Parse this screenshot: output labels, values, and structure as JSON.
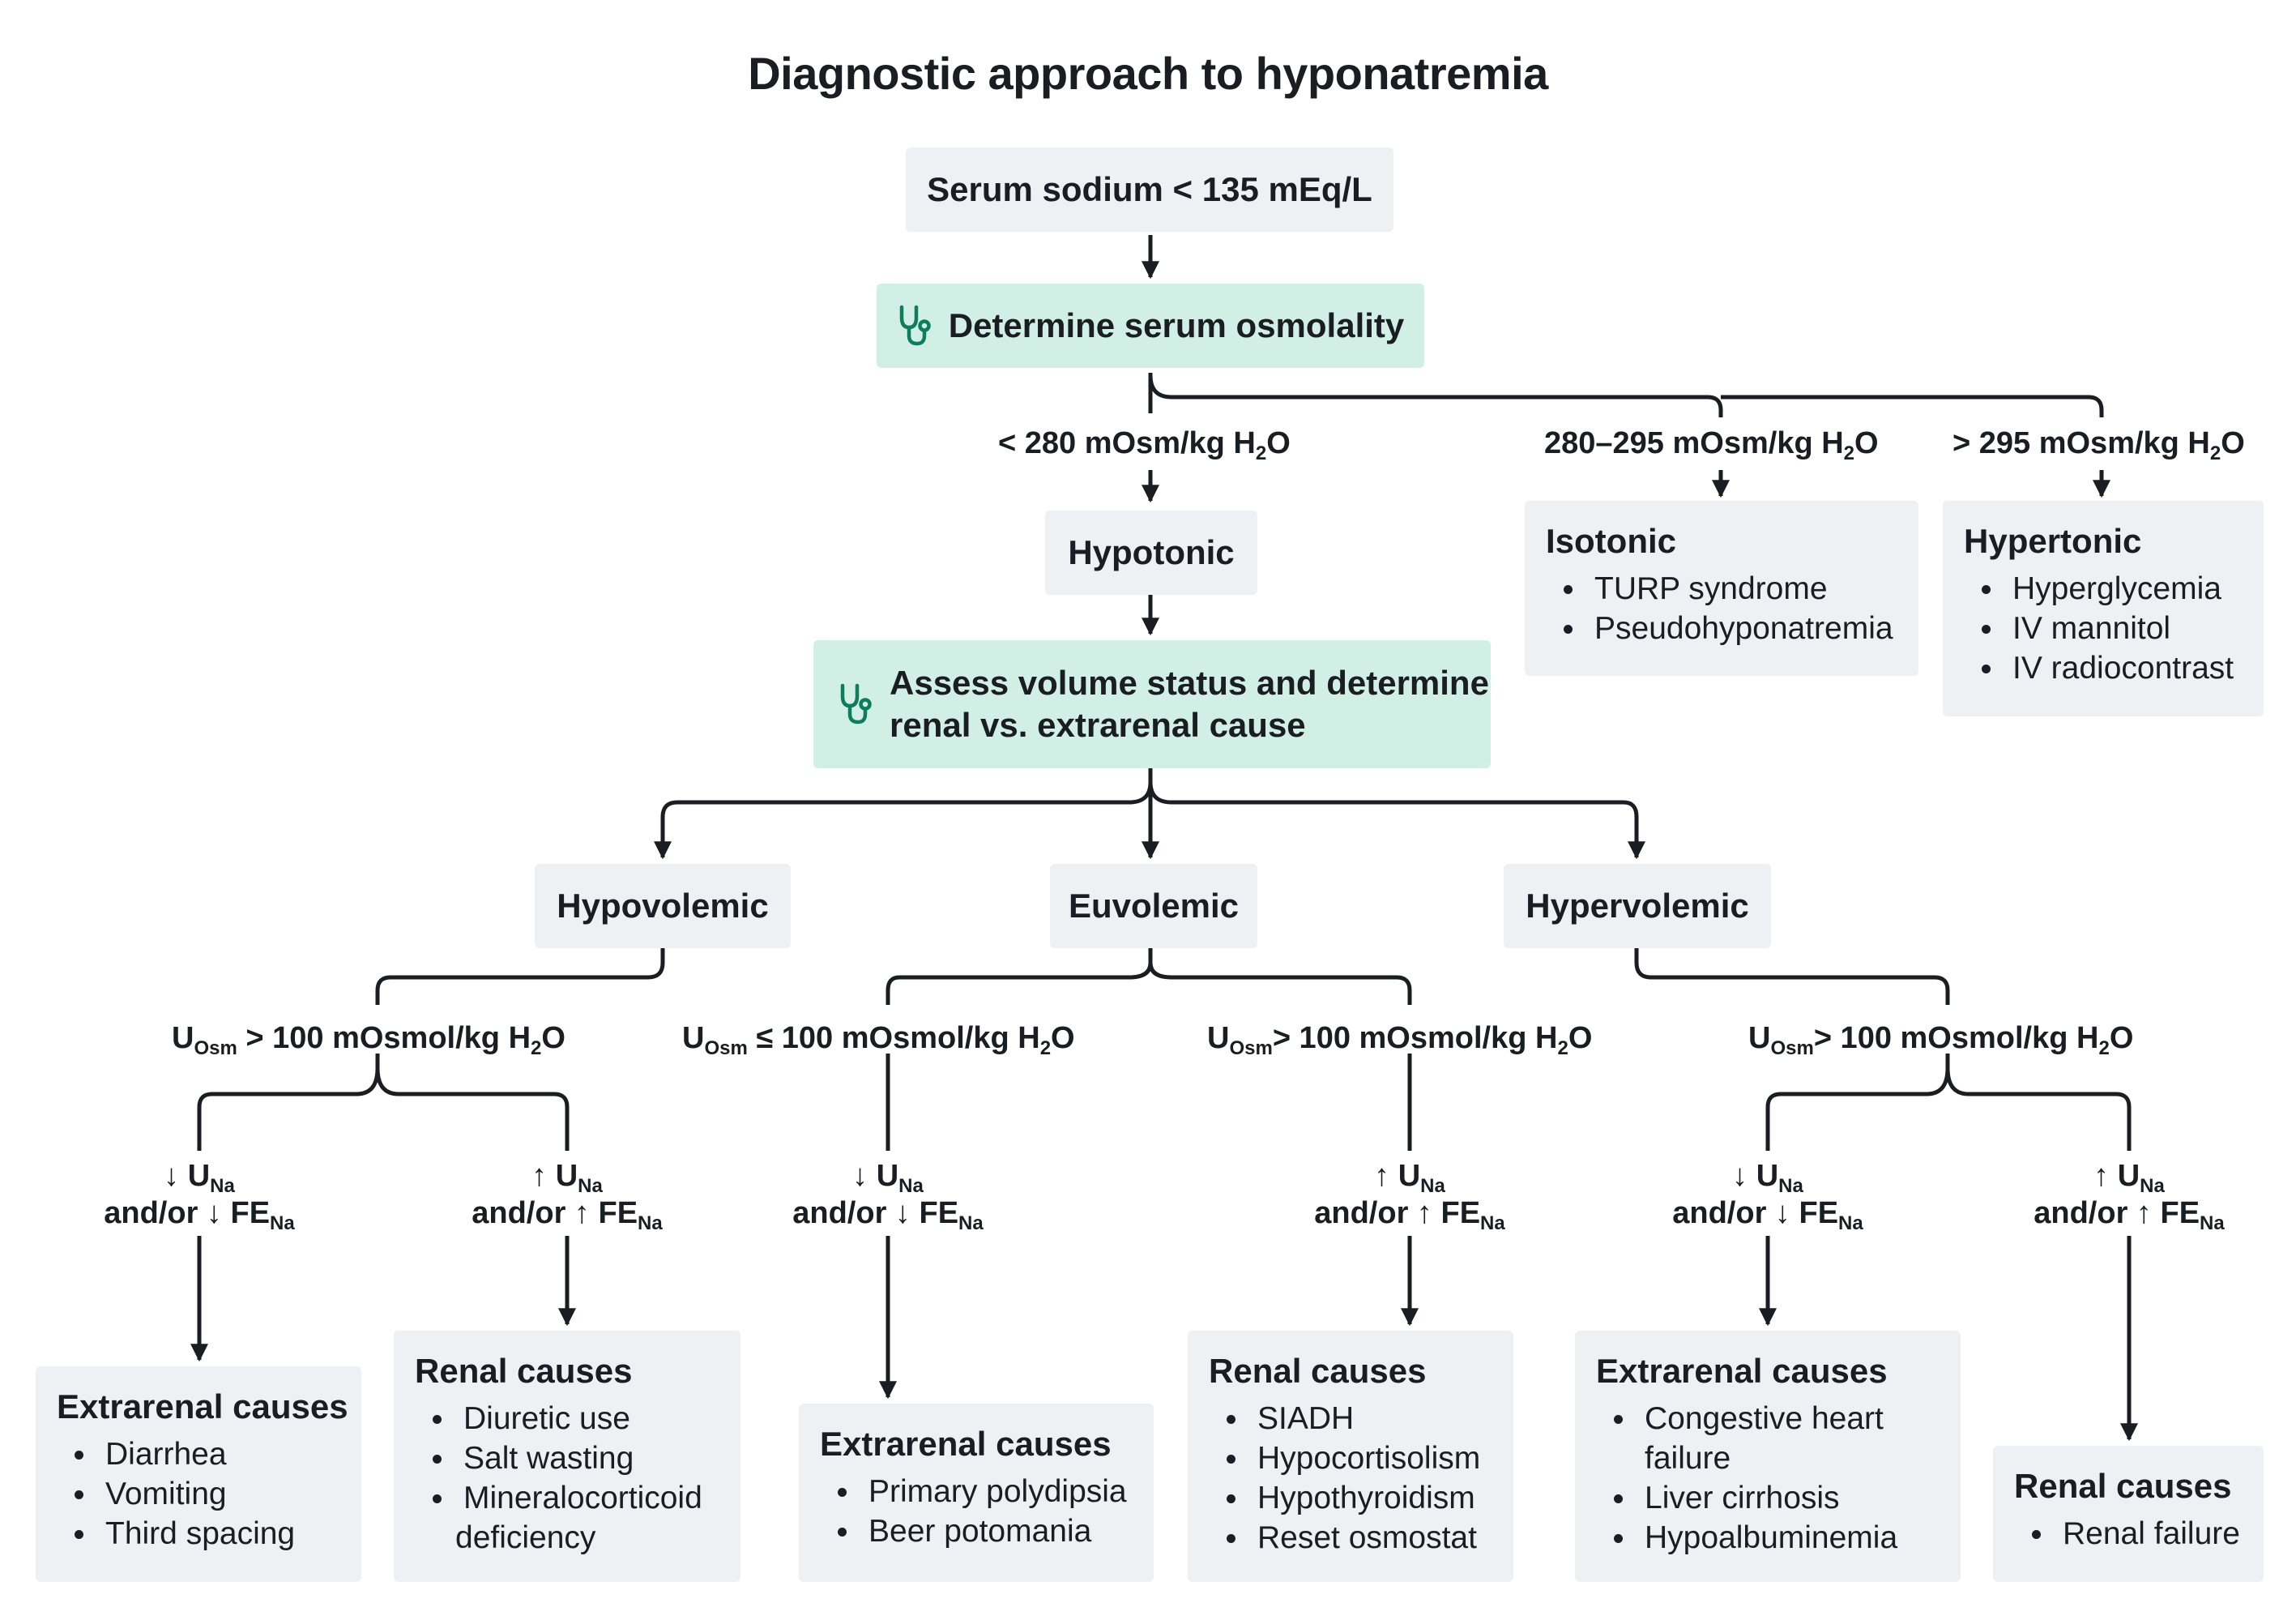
{
  "title": "Diagnostic approach to hyponatremia",
  "colors": {
    "box": "#eef1f4",
    "action_box": "#d2efe6",
    "icon": "#0e7d5b",
    "line": "#1a1d21"
  },
  "nodes": {
    "start": "Serum sodium < 135 mEq/L",
    "determine_osmolality": "Determine serum osmolality",
    "hypotonic": "Hypotonic",
    "isotonic": {
      "heading": "Isotonic",
      "items": [
        "TURP syndrome",
        "Pseudohyponatremia"
      ]
    },
    "hypertonic": {
      "heading": "Hypertonic",
      "items": [
        "Hyperglycemia",
        "IV mannitol",
        "IV radiocontrast"
      ]
    },
    "assess_volume_line1": "Assess volume status and determine",
    "assess_volume_line2": "renal vs. extrarenal cause",
    "hypovolemic": "Hypovolemic",
    "euvolemic": "Euvolemic",
    "hypervolemic": "Hypervolemic"
  },
  "edge_labels": {
    "osm_low": "< 280 mOsm/kg H",
    "osm_mid": "280–295 mOsm/kg H",
    "osm_high": "> 295 mOsm/kg H",
    "h2o_sub": "2",
    "h2o_o": "O",
    "u": "U",
    "osm_sub": "Osm",
    "na_sub": "Na",
    "uosm_gt": " > 100 mOsmol/kg H",
    "uosm_le": " ≤ 100 mOsmol/kg H",
    "uosm_gt_tight": "> 100 mOsmol/kg H",
    "down_u": "↓ U",
    "up_u": "↑ U",
    "and_or_down_fe": "and/or ↓ FE",
    "and_or_up_fe": "and/or ↑ FE"
  },
  "outcomes": {
    "hypo_extrarenal": {
      "heading": "Extrarenal causes",
      "items": [
        "Diarrhea",
        "Vomiting",
        "Third spacing"
      ]
    },
    "hypo_renal": {
      "heading": "Renal causes",
      "items": [
        "Diuretic use",
        "Salt wasting",
        "Mineralocorticoid",
        "deficiency"
      ]
    },
    "eu_extrarenal": {
      "heading": "Extrarenal causes",
      "items": [
        "Primary polydipsia",
        "Beer potomania"
      ]
    },
    "eu_renal": {
      "heading": "Renal causes",
      "items": [
        "SIADH",
        "Hypocortisolism",
        "Hypothyroidism",
        "Reset osmostat"
      ]
    },
    "hyper_extrarenal": {
      "heading": "Extrarenal causes",
      "items": [
        "Congestive heart",
        "failure",
        "Liver cirrhosis",
        "Hypoalbuminemia"
      ]
    },
    "hyper_renal": {
      "heading": "Renal causes",
      "items": [
        "Renal failure"
      ]
    }
  }
}
